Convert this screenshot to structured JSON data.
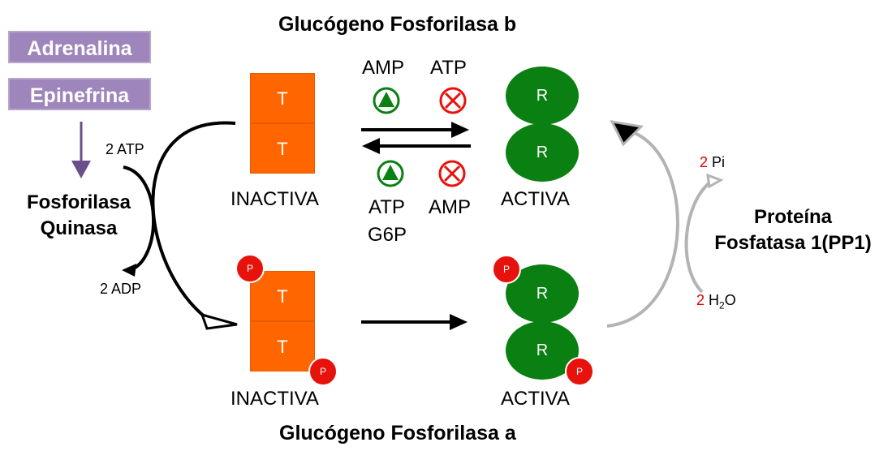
{
  "titles": {
    "top": "Glucógeno Fosforilasa b",
    "bottom": "Glucógeno Fosforilasa a"
  },
  "hormones": {
    "first": "Adrenalina",
    "second": "Epinefrina"
  },
  "kinase": {
    "line1": "Fosforilasa",
    "line2": "Quinasa",
    "atp_in": "2 ATP",
    "adp_out": "2 ADP"
  },
  "phosphatase": {
    "line1": "Proteína",
    "line2": "Fosfatasa 1(PP1)",
    "pi_coef": "2",
    "pi_text": "Pi",
    "water_coef": "2",
    "water_h": "H",
    "water_sub": "2",
    "water_o": "O"
  },
  "regulators": {
    "activator_top": "AMP",
    "inhibitor_top": "ATP",
    "activator_bottom_1": "ATP",
    "activator_bottom_2": "G6P",
    "inhibitor_bottom": "AMP"
  },
  "states": {
    "inactive_b": "INACTIVA",
    "active_b": "ACTIVA",
    "inactive_a": "INACTIVA",
    "active_a": "ACTIVA"
  },
  "subunits": {
    "t": "T",
    "r": "R",
    "p": "P"
  },
  "colors": {
    "hormone_fill": "#9e85bb",
    "t_state": "#ff6600",
    "r_state": "#0a7f12",
    "phosphate": "#e8120c",
    "activator_icon": "#0a7f12",
    "inhibitor_icon": "#e8120c",
    "dephosphorylation_arrow": "#b3b3b3",
    "hormone_arrow": "#6a4f8a"
  },
  "icons": {
    "activator": "triangle-in-circle-icon",
    "inhibitor": "x-in-circle-icon"
  }
}
